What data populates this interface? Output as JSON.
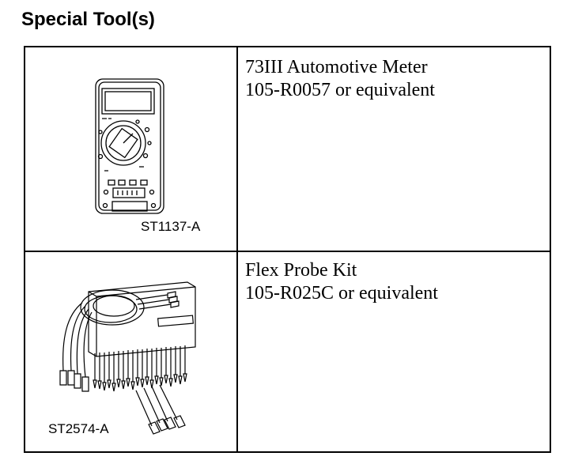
{
  "title": "Special Tool(s)",
  "tools": [
    {
      "name": "73III Automotive Meter",
      "part_number": "105-R0057 or equivalent",
      "figure_label": "ST1137-A",
      "icon": "multimeter-illustration"
    },
    {
      "name": "Flex Probe Kit",
      "part_number": "105-R025C or equivalent",
      "figure_label": "ST2574-A",
      "icon": "flex-probe-kit-illustration"
    }
  ]
}
